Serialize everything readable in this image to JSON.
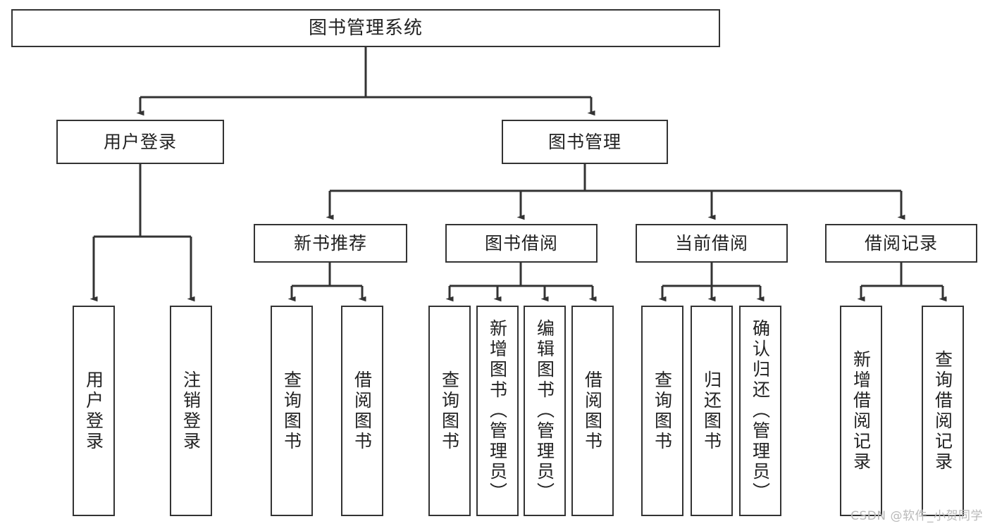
{
  "diagram": {
    "title": "图书管理系统",
    "type": "tree",
    "root": {
      "id": "root",
      "label": "图书管理系统"
    },
    "level1": [
      {
        "id": "user-login",
        "label": "用户登录"
      },
      {
        "id": "book-manage",
        "label": "图书管理"
      }
    ],
    "level2": [
      {
        "id": "new-book-recommend",
        "label": "新书推荐",
        "parent": "book-manage"
      },
      {
        "id": "book-borrow",
        "label": "图书借阅",
        "parent": "book-manage"
      },
      {
        "id": "current-borrow",
        "label": "当前借阅",
        "parent": "book-manage"
      },
      {
        "id": "borrow-record",
        "label": "借阅记录",
        "parent": "book-manage"
      }
    ],
    "leaves": {
      "user-login": [
        {
          "id": "leaf-user-login",
          "label": "用户登录"
        },
        {
          "id": "leaf-user-logout",
          "label": "注销登录"
        }
      ],
      "new-book-recommend": [
        {
          "id": "leaf-query-book-1",
          "label": "查询图书"
        },
        {
          "id": "leaf-borrow-book-1",
          "label": "借阅图书"
        }
      ],
      "book-borrow": [
        {
          "id": "leaf-query-book-2",
          "label": "查询图书"
        },
        {
          "id": "leaf-add-book",
          "label": "新增图书（管理员）"
        },
        {
          "id": "leaf-edit-book",
          "label": "编辑图书（管理员）"
        },
        {
          "id": "leaf-borrow-book-2",
          "label": "借阅图书"
        }
      ],
      "current-borrow": [
        {
          "id": "leaf-query-book-3",
          "label": "查询图书"
        },
        {
          "id": "leaf-return-book",
          "label": "归还图书"
        },
        {
          "id": "leaf-confirm-return",
          "label": "确认归还（管理员）"
        }
      ],
      "borrow-record": [
        {
          "id": "leaf-add-record",
          "label": "新增借阅记录"
        },
        {
          "id": "leaf-query-record",
          "label": "查询借阅记录"
        }
      ]
    }
  },
  "watermark": {
    "text": "CSDN @软件_小贺同学"
  },
  "colors": {
    "background": "#ffffff",
    "node_border": "#333333",
    "node_fill": "#ffffff",
    "edge": "#333333",
    "text": "#222222",
    "watermark": "#b9b9b9"
  }
}
